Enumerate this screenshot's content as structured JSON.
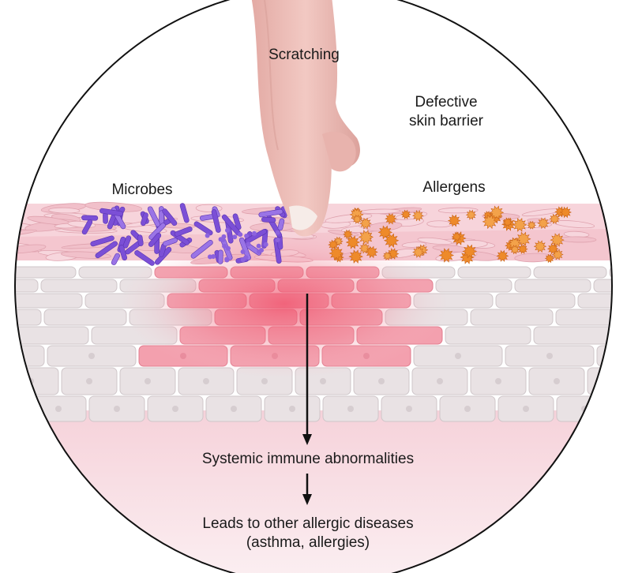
{
  "labels": {
    "scratching": "Scratching",
    "defective_line1": "Defective",
    "defective_line2": "skin barrier",
    "microbes": "Microbes",
    "allergens": "Allergens",
    "systemic": "Systemic immune abnormalities",
    "leads_line1": "Leads to other allergic diseases",
    "leads_line2": "(asthma, allergies)"
  },
  "colors": {
    "skin_pink": "#f4c6cf",
    "inflamed_red": "#f0506a",
    "microbe_purple": "#7b4fd6",
    "allergen_orange": "#ee8a2a",
    "cell_grey": "#e6dfe1",
    "finger": "#eab9b3",
    "arrow": "#111111"
  }
}
